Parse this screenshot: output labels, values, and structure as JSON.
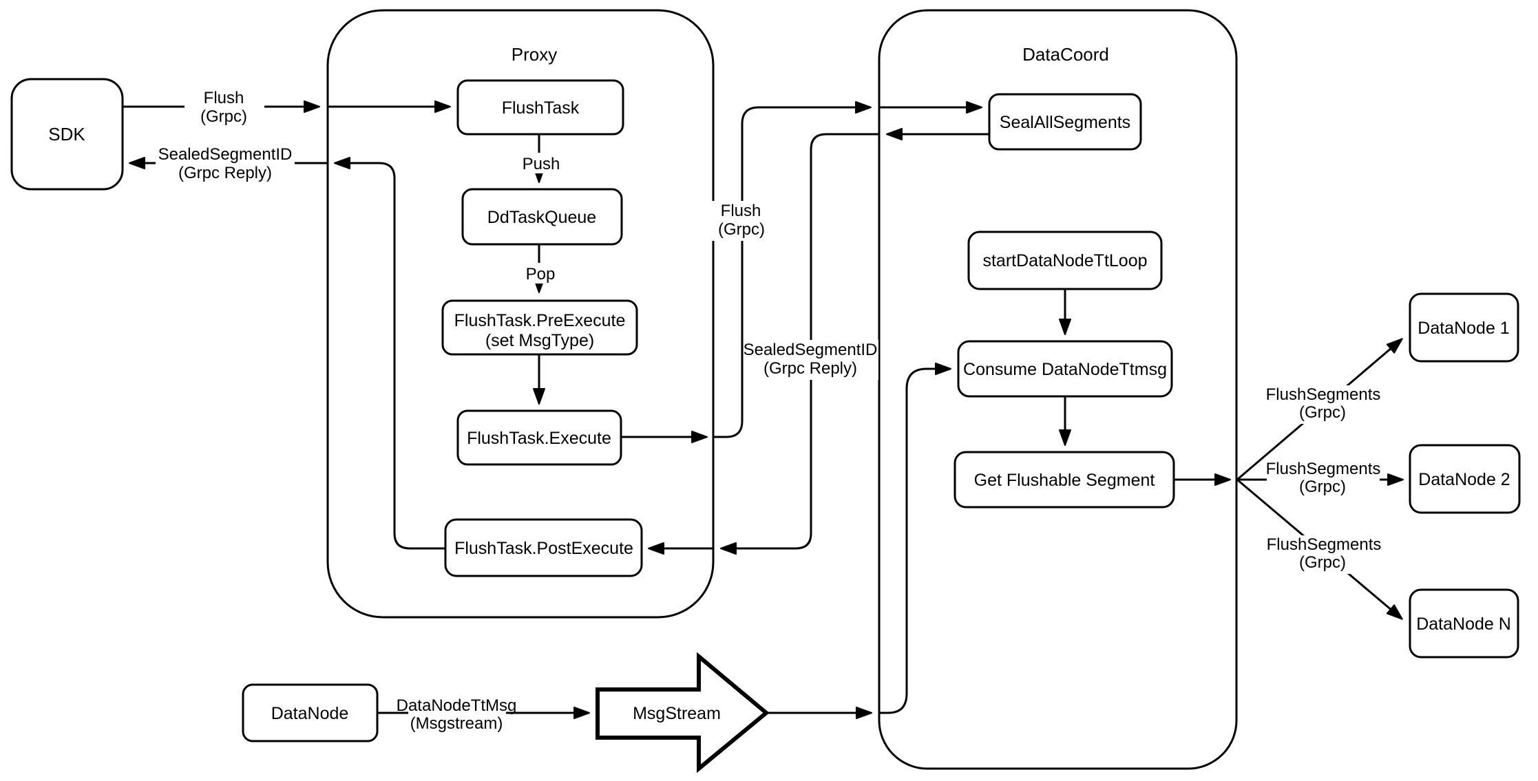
{
  "containers": {
    "proxy": {
      "title": "Proxy"
    },
    "datacoord": {
      "title": "DataCoord"
    }
  },
  "nodes": {
    "sdk": {
      "label": "SDK"
    },
    "flush_task": {
      "label": "FlushTask"
    },
    "dd_task_queue": {
      "label": "DdTaskQueue"
    },
    "pre_execute": {
      "label_line1": "FlushTask.PreExecute",
      "label_line2": "(set MsgType)"
    },
    "execute": {
      "label": "FlushTask.Execute"
    },
    "post_execute": {
      "label": "FlushTask.PostExecute"
    },
    "seal_all_segments": {
      "label": "SealAllSegments"
    },
    "start_datanode_tt_loop": {
      "label": "startDataNodeTtLoop"
    },
    "consume_datanode_ttmsg": {
      "label": "Consume DataNodeTtmsg"
    },
    "get_flushable_segment": {
      "label": "Get Flushable Segment"
    },
    "datanode_1": {
      "label": "DataNode 1"
    },
    "datanode_2": {
      "label": "DataNode 2"
    },
    "datanode_n": {
      "label": "DataNode N"
    },
    "datanode": {
      "label": "DataNode"
    },
    "msgstream": {
      "label": "MsgStream"
    }
  },
  "edge_labels": {
    "sdk_flush": {
      "line1": "Flush",
      "line2": "(Grpc)"
    },
    "sdk_reply": {
      "line1": "SealedSegmentID",
      "line2": "(Grpc Reply)"
    },
    "push": "Push",
    "pop": "Pop",
    "mid_flush": {
      "line1": "Flush",
      "line2": "(Grpc)"
    },
    "mid_reply": {
      "line1": "SealedSegmentID",
      "line2": "(Grpc Reply)"
    },
    "flush_segments_1": {
      "line1": "FlushSegments",
      "line2": "(Grpc)"
    },
    "flush_segments_2": {
      "line1": "FlushSegments",
      "line2": "(Grpc)"
    },
    "flush_segments_n": {
      "line1": "FlushSegments",
      "line2": "(Grpc)"
    },
    "datanode_ttmsg": {
      "line1": "DataNodeTtMsg",
      "line2": "(Msgstream)"
    }
  },
  "colors": {
    "line": "#000000",
    "node_fill": "#ffffff",
    "background": "#ffffff"
  }
}
